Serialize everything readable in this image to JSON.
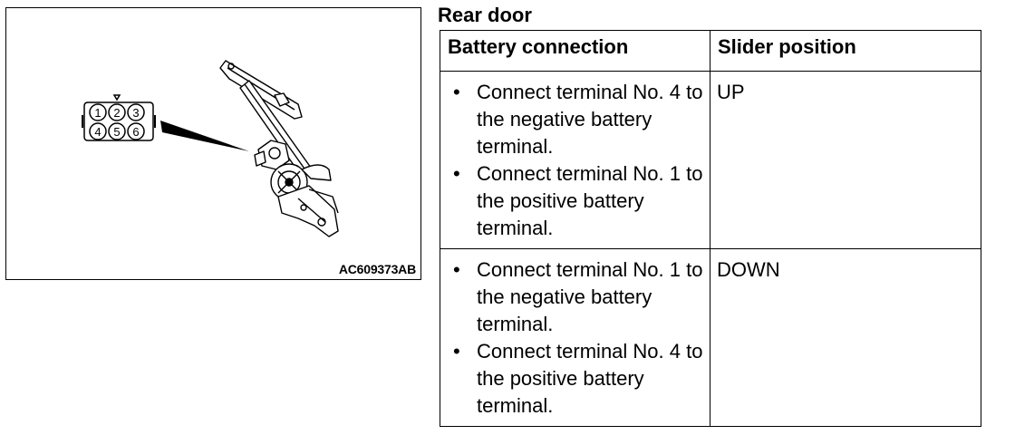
{
  "figure": {
    "code": "AC609373AB",
    "connector_terminals": [
      "1",
      "2",
      "3",
      "4",
      "5",
      "6"
    ]
  },
  "section": {
    "title": "Rear door"
  },
  "table": {
    "headers": [
      "Battery connection",
      "Slider position"
    ],
    "rows": [
      {
        "connections": [
          "Connect terminal No. 4 to the negative battery terminal.",
          "Connect terminal No. 1 to the positive battery terminal."
        ],
        "position": "UP"
      },
      {
        "connections": [
          "Connect terminal No. 1 to the negative battery terminal.",
          "Connect terminal No. 4 to the positive battery terminal."
        ],
        "position": "DOWN"
      }
    ]
  }
}
